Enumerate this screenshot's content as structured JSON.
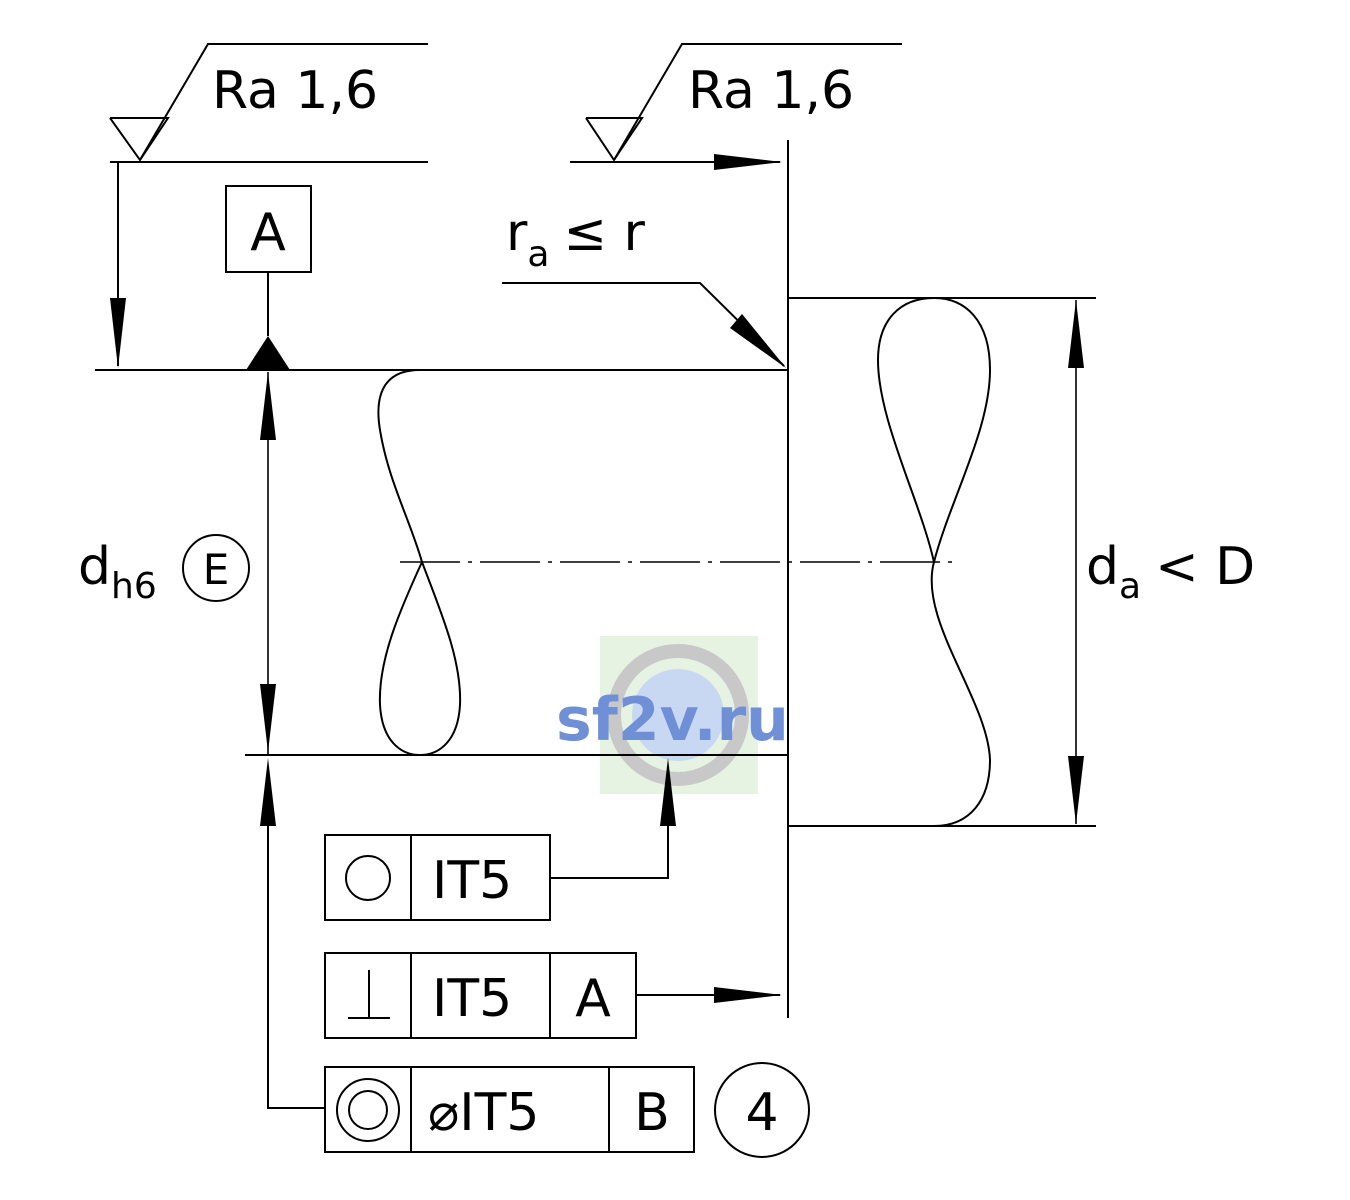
{
  "surface_roughness": [
    {
      "label": "Ra 1,6"
    },
    {
      "label": "Ra 1,6"
    }
  ],
  "datum_a": {
    "label": "A"
  },
  "fillet": {
    "base": "r",
    "sub": "a",
    "rel": "≤ r"
  },
  "shaft_dim": {
    "base": "d",
    "sub": "h6",
    "envelope": "E"
  },
  "housing_dim": {
    "base": "d",
    "sub": "a",
    "rel": "< D"
  },
  "frame_circularity": {
    "symbol": "○",
    "tolerance": "IT5"
  },
  "frame_perpendicularity": {
    "symbol": "⊥",
    "tolerance": "IT5",
    "datum": "A"
  },
  "frame_coaxiality": {
    "symbol": "◎",
    "tolerance": "⌀IT5",
    "datum": "B"
  },
  "note_number": "4",
  "watermark": "sf2v.ru"
}
